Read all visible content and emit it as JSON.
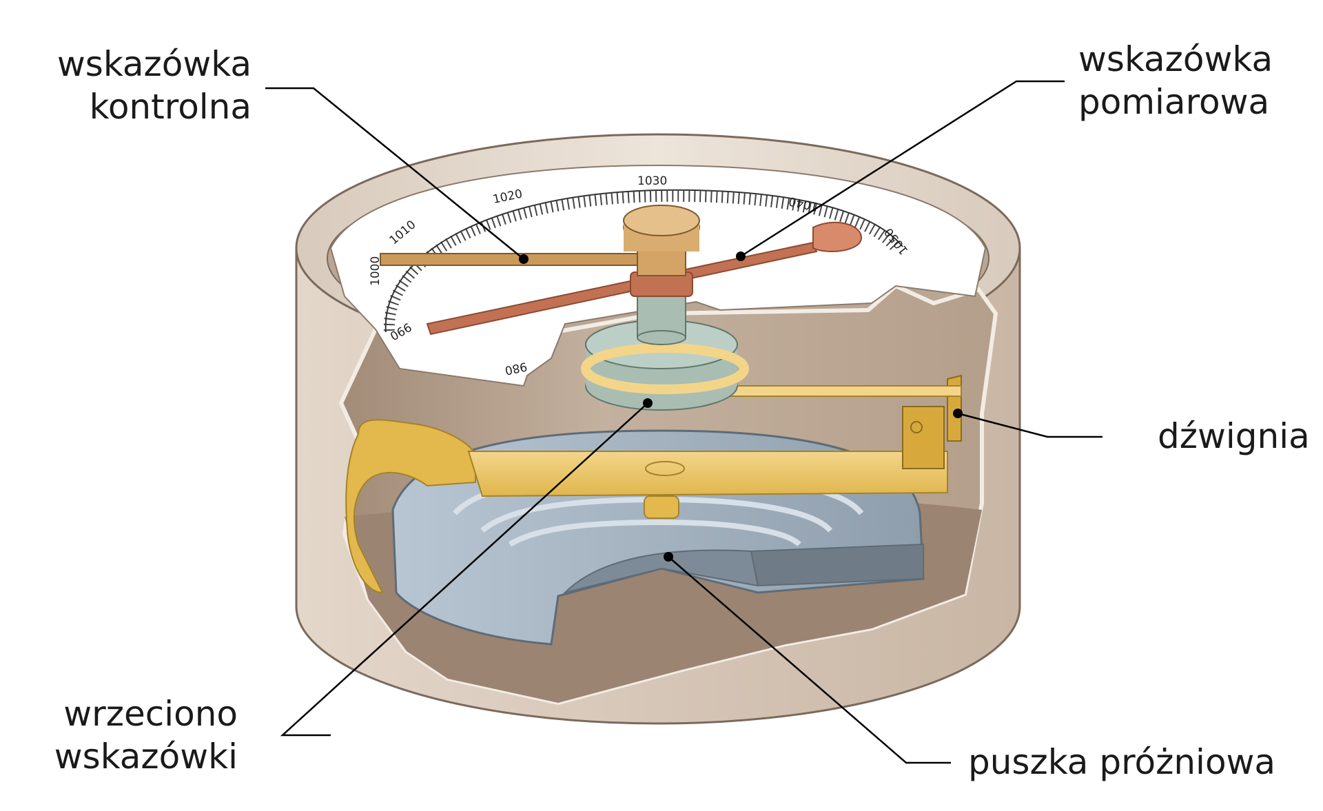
{
  "labels": {
    "wskazowka_kontrolna": [
      "wskazówka",
      "kontrolna"
    ],
    "wskazowka_pomiarowa": [
      "wskazówka",
      "pomiarowa"
    ],
    "dzwignia": "dźwignia",
    "wrzeciono_wskazowki": [
      "wrzeciono",
      "wskazówki"
    ],
    "puszka_prozniowa": "puszka próżniowa"
  },
  "dial_scale": {
    "ticks": [
      "980",
      "990",
      "1000",
      "1010",
      "1020",
      "1030",
      "1040",
      "1050"
    ]
  },
  "colors": {
    "casing": "#d9cbbd",
    "casing_inner": "#a08b78",
    "casing_floor": "#9b8472",
    "gold": "#e9c462",
    "gold_light": "#f3d58a",
    "copper": "#c27153",
    "vacuum_box": "#a9b6c3",
    "spindle": "#a9bdb3"
  }
}
